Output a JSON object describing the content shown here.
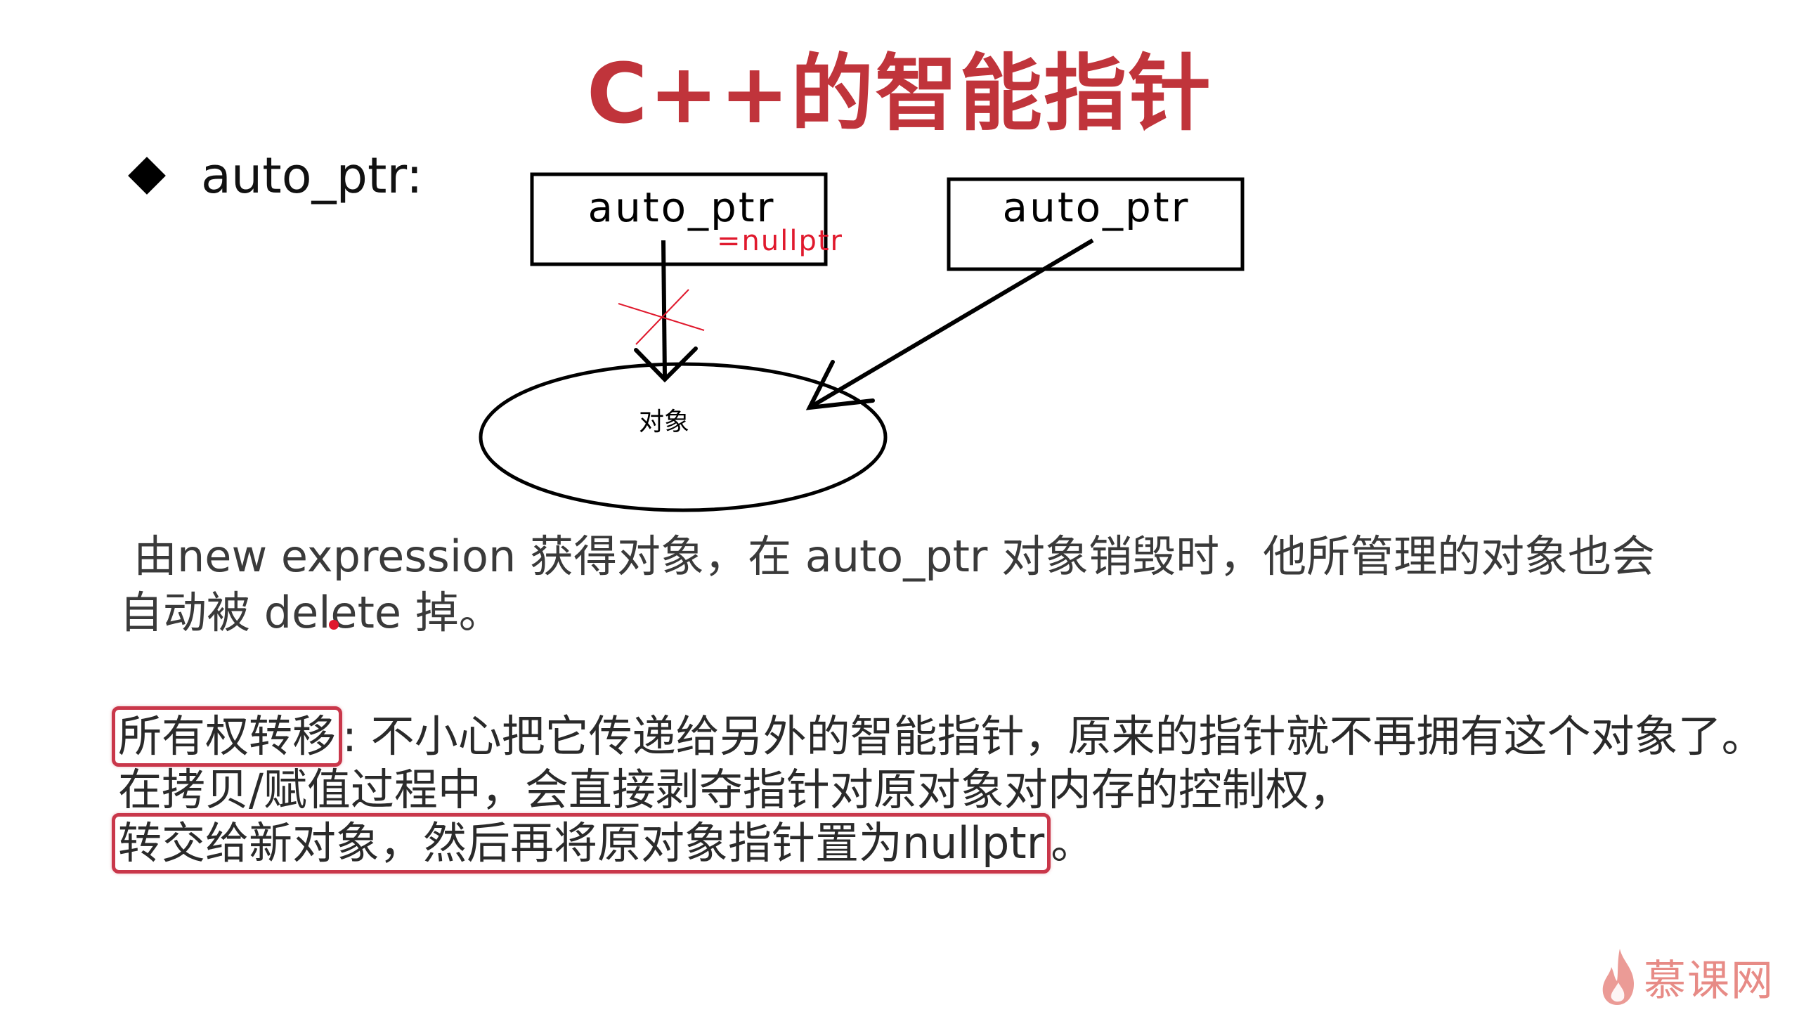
{
  "slide": {
    "title": "C++的智能指针",
    "bullet": "auto_ptr:"
  },
  "diagram": {
    "left_box_label": "auto_ptr",
    "left_box_annotation": "=nullptr",
    "right_box_label": "auto_ptr",
    "object_label": "对象",
    "colors": {
      "annotation": "#e0192d",
      "stroke": "#000000"
    }
  },
  "paragraph1": {
    "line1": "由new expression 获得对象，在 auto_ptr 对象销毁时，他所管理的对象也会",
    "line2": "自动被 delete 掉。"
  },
  "paragraph2": {
    "ownership_label": "所有权转移",
    "line1_rest": ": 不小心把它传递给另外的智能指针，原来的指针就不再拥有这个对象了。",
    "line2": "在拷贝/赋值过程中，会直接剥夺指针对原对象对内存的控制权，",
    "line3_boxed": "转交给新对象，然后再将原对象指针置为nullptr",
    "line3_end": "。"
  },
  "watermark": {
    "text": "慕课网",
    "icon": "flame-icon"
  },
  "colors": {
    "title": "#c0343b",
    "highlight_border": "#c9374a",
    "body_text": "#3a3a3a"
  }
}
